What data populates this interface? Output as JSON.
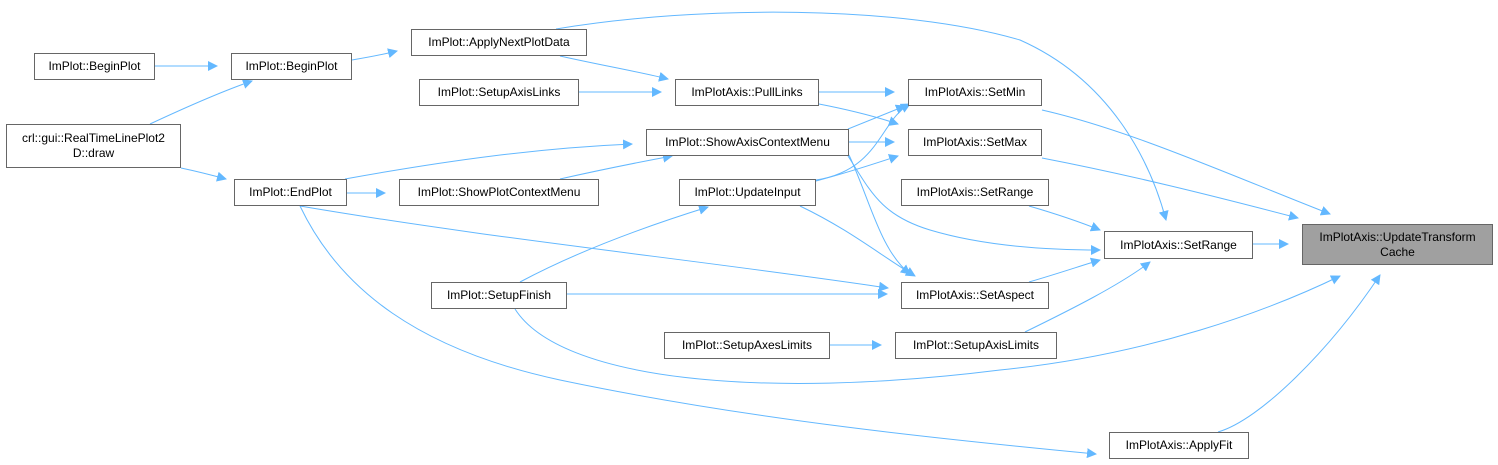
{
  "graph": {
    "edge_color": "#63b8ff",
    "node_fill": "#ffffff",
    "node_border": "#666666",
    "focus_fill": "#a0a0a0",
    "nodes": [
      {
        "id": "n_update_transform",
        "label": "ImPlotAxis::UpdateTransform\nCache",
        "focus": true
      },
      {
        "id": "n_setrange_main",
        "label": "ImPlotAxis::SetRange"
      },
      {
        "id": "n_setmin",
        "label": "ImPlotAxis::SetMin"
      },
      {
        "id": "n_setmax",
        "label": "ImPlotAxis::SetMax"
      },
      {
        "id": "n_setrange_small",
        "label": "ImPlotAxis::SetRange"
      },
      {
        "id": "n_setaspect",
        "label": "ImPlotAxis::SetAspect"
      },
      {
        "id": "n_setupaxislimits",
        "label": "ImPlot::SetupAxisLimits"
      },
      {
        "id": "n_applyfit",
        "label": "ImPlotAxis::ApplyFit"
      },
      {
        "id": "n_pulllinks",
        "label": "ImPlotAxis::PullLinks"
      },
      {
        "id": "n_showaxiscontextmenu",
        "label": "ImPlot::ShowAxisContextMenu"
      },
      {
        "id": "n_updateinput",
        "label": "ImPlot::UpdateInput"
      },
      {
        "id": "n_setupaxeslimits",
        "label": "ImPlot::SetupAxesLimits"
      },
      {
        "id": "n_applynextplotdata",
        "label": "ImPlot::ApplyNextPlotData"
      },
      {
        "id": "n_setupaxislinks",
        "label": "ImPlot::SetupAxisLinks"
      },
      {
        "id": "n_showplotcontextmenu",
        "label": "ImPlot::ShowPlotContextMenu"
      },
      {
        "id": "n_setupfinish",
        "label": "ImPlot::SetupFinish"
      },
      {
        "id": "n_beginplot_b",
        "label": "ImPlot::BeginPlot"
      },
      {
        "id": "n_endplot",
        "label": "ImPlot::EndPlot"
      },
      {
        "id": "n_beginplot_a",
        "label": "ImPlot::BeginPlot"
      },
      {
        "id": "n_draw",
        "label": "crl::gui::RealTimeLinePlot2\nD::draw"
      }
    ],
    "edges": [
      {
        "from": "n_setrange_main",
        "to": "n_update_transform"
      },
      {
        "from": "n_setmin",
        "to": "n_update_transform"
      },
      {
        "from": "n_setmax",
        "to": "n_update_transform"
      },
      {
        "from": "n_applyfit",
        "to": "n_update_transform"
      },
      {
        "from": "n_setupfinish",
        "to": "n_update_transform"
      },
      {
        "from": "n_setrange_small",
        "to": "n_setrange_main"
      },
      {
        "from": "n_setaspect",
        "to": "n_setrange_main"
      },
      {
        "from": "n_setupaxislimits",
        "to": "n_setrange_main"
      },
      {
        "from": "n_showaxiscontextmenu",
        "to": "n_setrange_main"
      },
      {
        "from": "n_applynextplotdata",
        "to": "n_setrange_main"
      },
      {
        "from": "n_pulllinks",
        "to": "n_setmin"
      },
      {
        "from": "n_showaxiscontextmenu",
        "to": "n_setmin"
      },
      {
        "from": "n_updateinput",
        "to": "n_setmin"
      },
      {
        "from": "n_pulllinks",
        "to": "n_setmax"
      },
      {
        "from": "n_showaxiscontextmenu",
        "to": "n_setmax"
      },
      {
        "from": "n_updateinput",
        "to": "n_setmax"
      },
      {
        "from": "n_showaxiscontextmenu",
        "to": "n_setaspect"
      },
      {
        "from": "n_updateinput",
        "to": "n_setaspect"
      },
      {
        "from": "n_setupfinish",
        "to": "n_setaspect"
      },
      {
        "from": "n_endplot",
        "to": "n_setaspect"
      },
      {
        "from": "n_setupaxeslimits",
        "to": "n_setupaxislimits"
      },
      {
        "from": "n_endplot",
        "to": "n_applyfit"
      },
      {
        "from": "n_applynextplotdata",
        "to": "n_pulllinks"
      },
      {
        "from": "n_setupaxislinks",
        "to": "n_pulllinks"
      },
      {
        "from": "n_endplot",
        "to": "n_showaxiscontextmenu"
      },
      {
        "from": "n_showplotcontextmenu",
        "to": "n_showaxiscontextmenu"
      },
      {
        "from": "n_setupfinish",
        "to": "n_updateinput"
      },
      {
        "from": "n_beginplot_b",
        "to": "n_applynextplotdata"
      },
      {
        "from": "n_endplot",
        "to": "n_showplotcontextmenu"
      },
      {
        "from": "n_beginplot_a",
        "to": "n_beginplot_b"
      },
      {
        "from": "n_draw",
        "to": "n_beginplot_b"
      },
      {
        "from": "n_draw",
        "to": "n_endplot"
      }
    ]
  }
}
